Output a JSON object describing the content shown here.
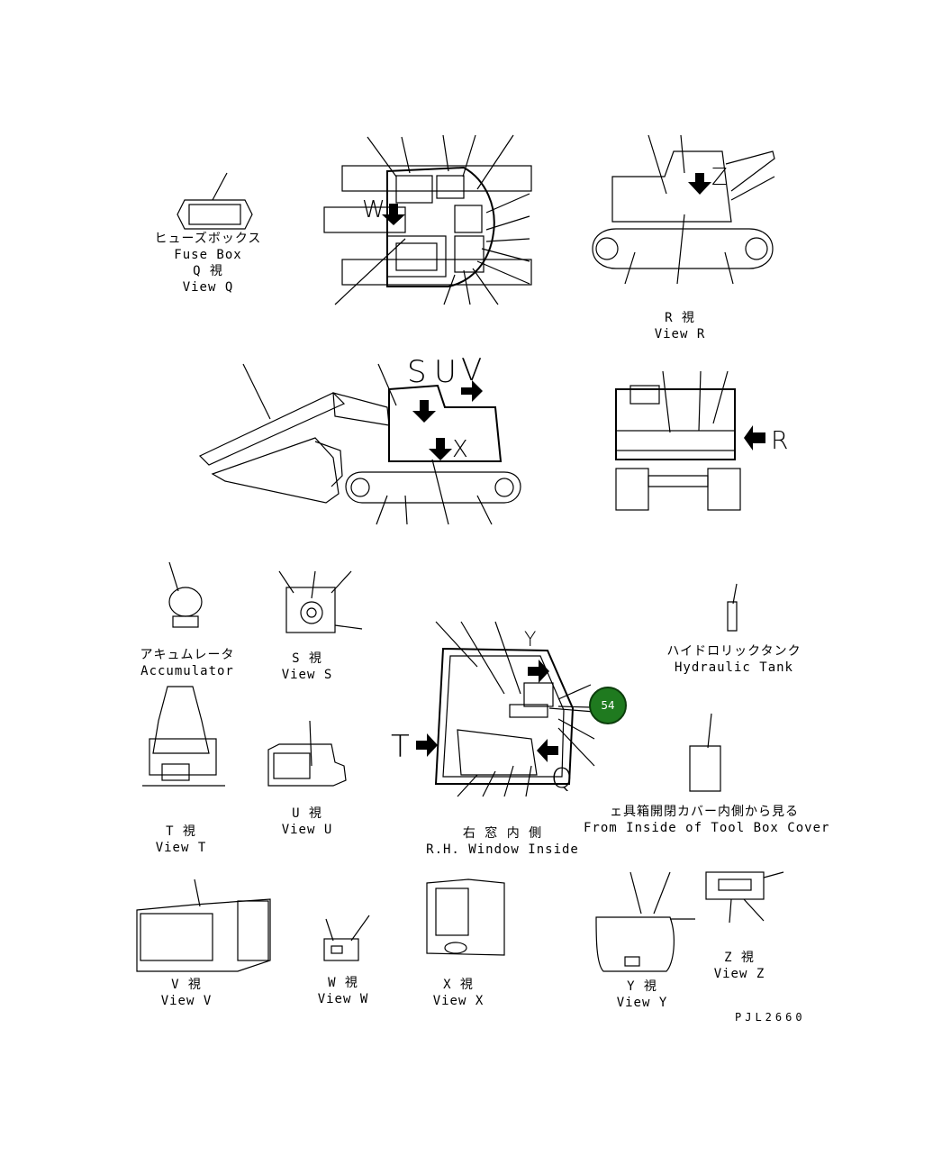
{
  "views": {
    "q": {
      "jp": "ヒューズボックス",
      "en": "Fuse Box",
      "jp_view": "Q 視",
      "en_view": "View Q"
    },
    "r": {
      "jp_view": "R 視",
      "en_view": "View R"
    },
    "accumulator": {
      "jp": "アキュムレータ",
      "en": "Accumulator"
    },
    "s": {
      "jp_view": "S 視",
      "en_view": "View S"
    },
    "hydraulic_tank": {
      "jp": "ハイドロリックタンク",
      "en": "Hydraulic Tank"
    },
    "t": {
      "jp_view": "T 視",
      "en_view": "View T"
    },
    "u": {
      "jp_view": "U 視",
      "en_view": "View U"
    },
    "rh_window": {
      "jp": "右 窓 内 側",
      "en": "R.H. Window Inside"
    },
    "tool_box": {
      "jp": "ェ具箱開閉カバー内側から見る",
      "en": "From Inside of Tool Box Cover"
    },
    "v": {
      "jp_view": "V 視",
      "en_view": "View V"
    },
    "w": {
      "jp_view": "W 視",
      "en_view": "View W"
    },
    "x": {
      "jp_view": "X 視",
      "en_view": "View X"
    },
    "y": {
      "jp_view": "Y 視",
      "en_view": "View Y"
    },
    "z": {
      "jp_view": "Z 視",
      "en_view": "View Z"
    }
  },
  "markers": {
    "w": "W",
    "z": "Z",
    "s": "S",
    "u": "U",
    "v": "V",
    "x": "X",
    "r": "R",
    "y": "Y",
    "t": "T",
    "q": "Q"
  },
  "callout": {
    "label": "54",
    "color": "#1f7a1f"
  },
  "doc_ref": "PJL2660"
}
